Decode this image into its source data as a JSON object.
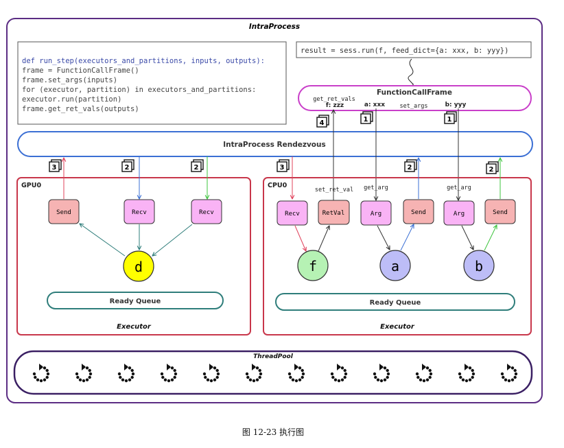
{
  "outer_title": "IntraProcess",
  "code_lines": [
    "def run_step(executors_and_partitions, inputs, outputs):",
    "  frame = FunctionCallFrame()",
    "  frame.set_args(inputs)",
    "  for (executor, partition) in executors_and_partitions:",
    "    executor.run(partition)",
    "  frame.get_ret_vals(outputs)"
  ],
  "result_text": "result = sess.run(f, feed_dict={a: xxx, b: yyy})",
  "function_call_frame": "FunctionCallFrame",
  "get_ret_vals": "get_ret_vals",
  "f_zzz": "f: zzz",
  "a_xxx": "a: xxx",
  "set_args": "set_args",
  "b_yyy": "b: yyy",
  "rendezvous": "IntraProcess Rendezvous",
  "step_1": "1",
  "step_2": "2",
  "step_3": "3",
  "step_4": "4",
  "gpu0": {
    "title": "GPU0",
    "send": "Send",
    "recv1": "Recv",
    "recv2": "Recv",
    "node": "d",
    "ready_queue": "Ready Queue",
    "executor": "Executor"
  },
  "cpu0": {
    "title": "CPU0",
    "recv": "Recv",
    "retval": "RetVal",
    "arg_a": "Arg",
    "send_a": "Send",
    "arg_b": "Arg",
    "send_b": "Send",
    "set_ret_val": "set_ret_val",
    "get_arg_a": "get_arg",
    "get_arg_b": "get_arg",
    "node_f": "f",
    "node_a": "a",
    "node_b": "b",
    "ready_queue": "Ready Queue",
    "executor": "Executor"
  },
  "threadpool": "ThreadPool",
  "caption": "图 12-23  执行图",
  "colors": {
    "purple": "#5b2c83",
    "blue": "#3b6fd4",
    "crimson": "#c8364a",
    "teal": "#2e7d7a",
    "magenta": "#c93fc9",
    "send_fill": "#f6b3b3",
    "recv_fill": "#f9b3f5",
    "d_fill": "#ffff00",
    "f_fill": "#b6f2b4",
    "ab_fill": "#bdbdf7"
  }
}
